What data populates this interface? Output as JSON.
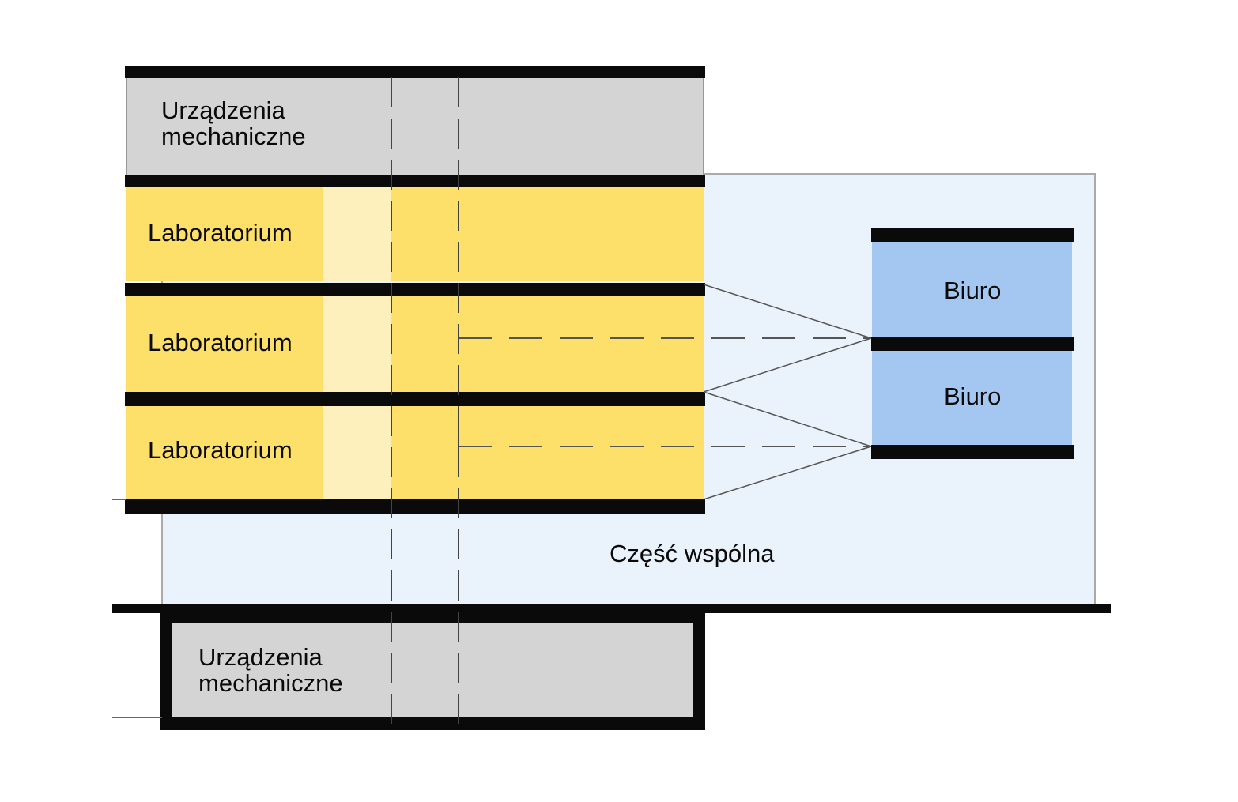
{
  "labels": {
    "mech_top": [
      "Urządzenia",
      "mechaniczne"
    ],
    "lab_1": "Laboratorium",
    "lab_2": "Laboratorium",
    "lab_3": "Laboratorium",
    "office_1": "Biuro",
    "office_2": "Biuro",
    "common": "Część wspólna",
    "mech_bottom": [
      "Urządzenia",
      "mechaniczne"
    ]
  },
  "colors": {
    "mechanical": "#d4d4d4",
    "laboratory": "#fde06a",
    "laboratory_light": "#fdf0bd",
    "office": "#a3c7f1",
    "common": "#eaf2fc",
    "slab": "#0a0a0a",
    "line": "#666666"
  }
}
